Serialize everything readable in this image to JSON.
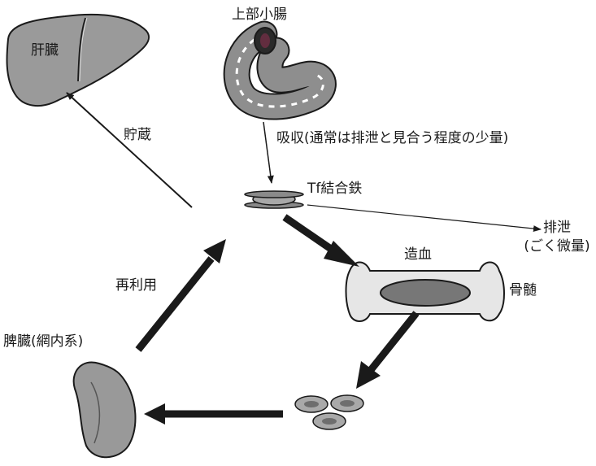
{
  "labels": {
    "liver": "肝臓",
    "intestine": "上部小腸",
    "storage": "貯蔵",
    "absorption": "吸収(通常は排泄と見合う程度の少量)",
    "tf_iron": "Tf結合鉄",
    "excretion_line1": "排泄",
    "excretion_line2": "(ごく微量)",
    "hematopoiesis": "造血",
    "bone_marrow": "骨髄",
    "reuse": "再利用",
    "spleen": "脾臓(網内系)"
  }
}
